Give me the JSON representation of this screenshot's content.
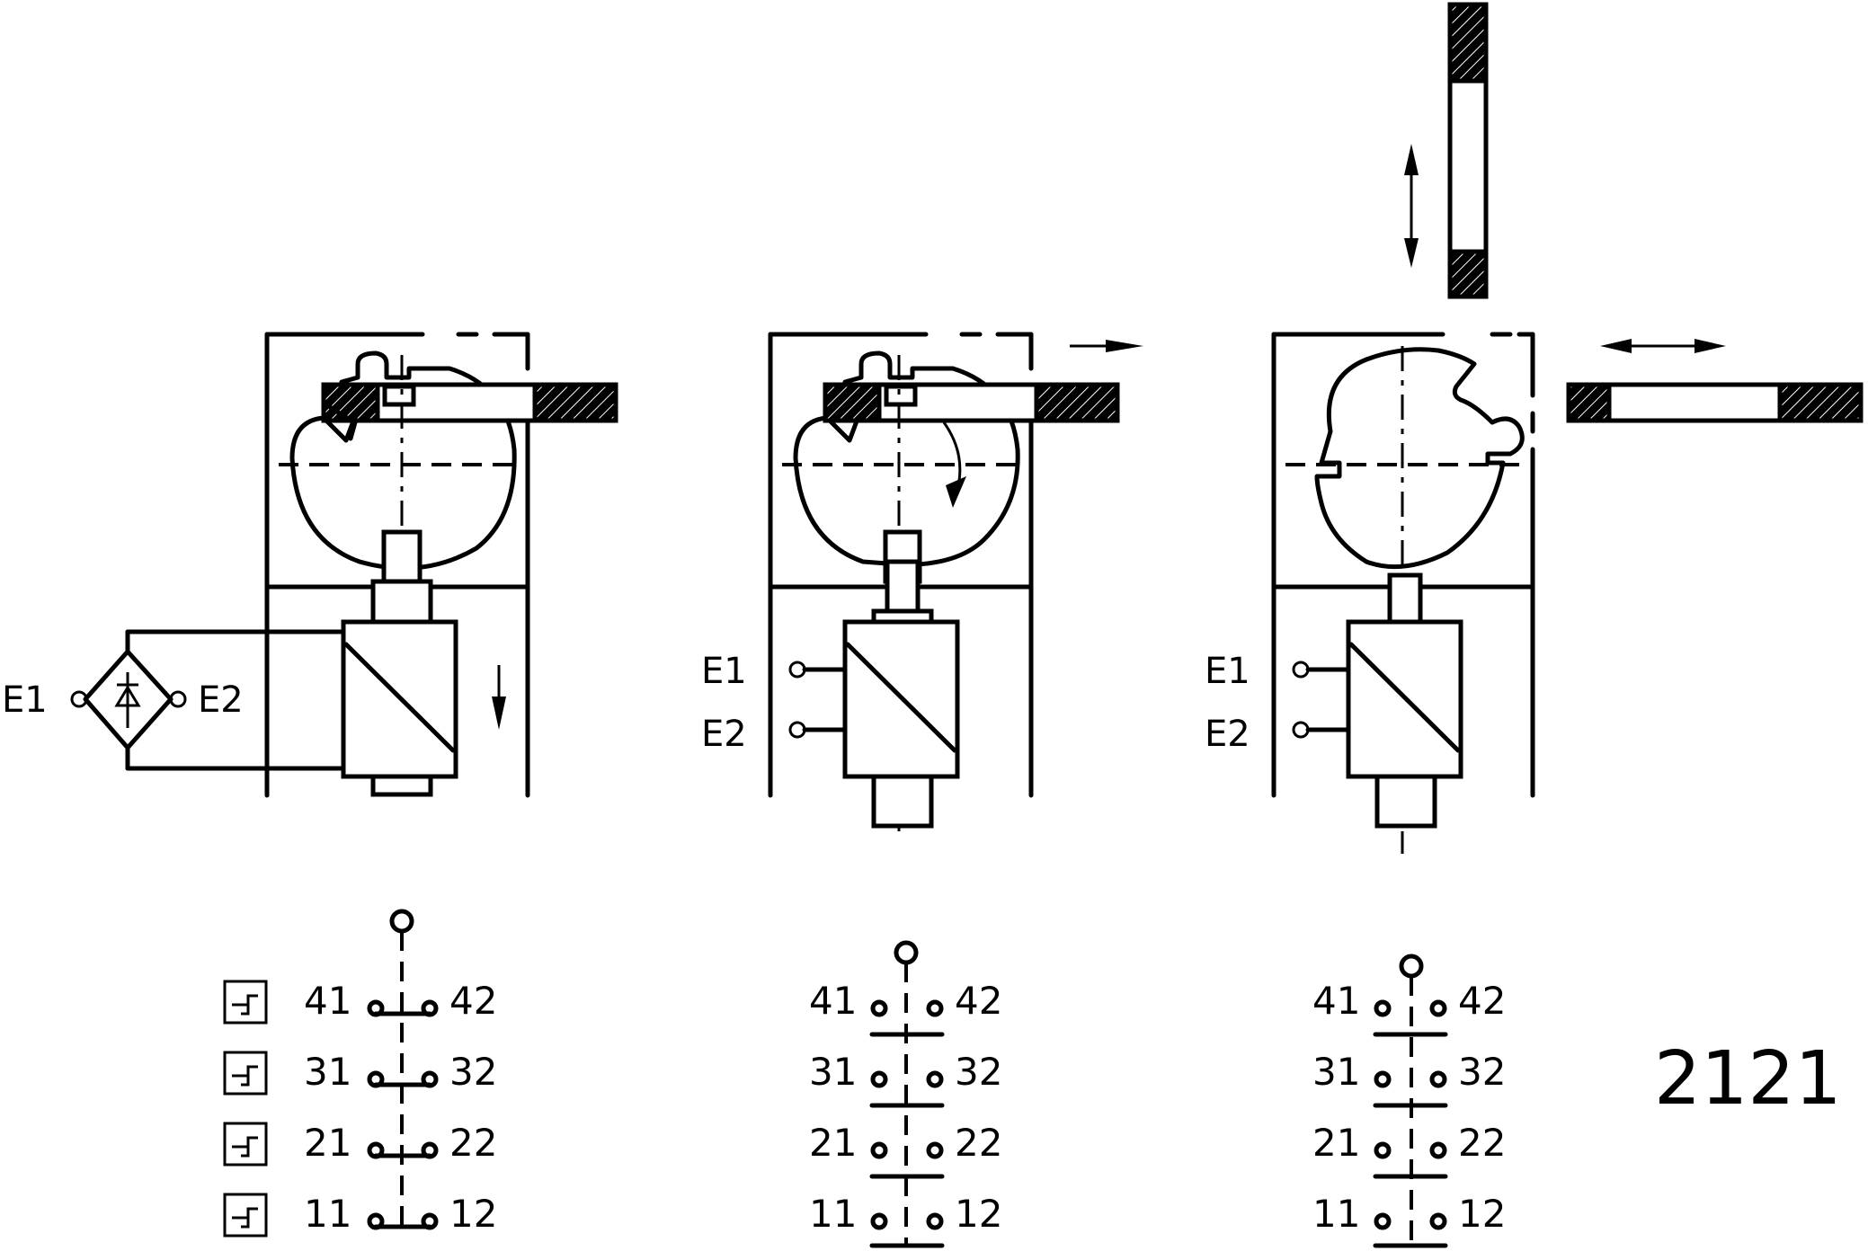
{
  "figure_id": "2121",
  "terminals": {
    "e1": "E1",
    "e2": "E2"
  },
  "contacts": [
    {
      "left": "41",
      "right": "42"
    },
    {
      "left": "31",
      "right": "32"
    },
    {
      "left": "21",
      "right": "22"
    },
    {
      "left": "11",
      "right": "12"
    }
  ],
  "panels": [
    {
      "state": "locked",
      "coil_supply": "rectifier-bridge",
      "contact_symbol": "positively-driven-contact-icon"
    },
    {
      "state": "unlocked",
      "coil_supply": "direct",
      "contact_symbol": "none"
    },
    {
      "state": "actuator-removed",
      "coil_supply": "direct",
      "contact_symbol": "none"
    }
  ]
}
